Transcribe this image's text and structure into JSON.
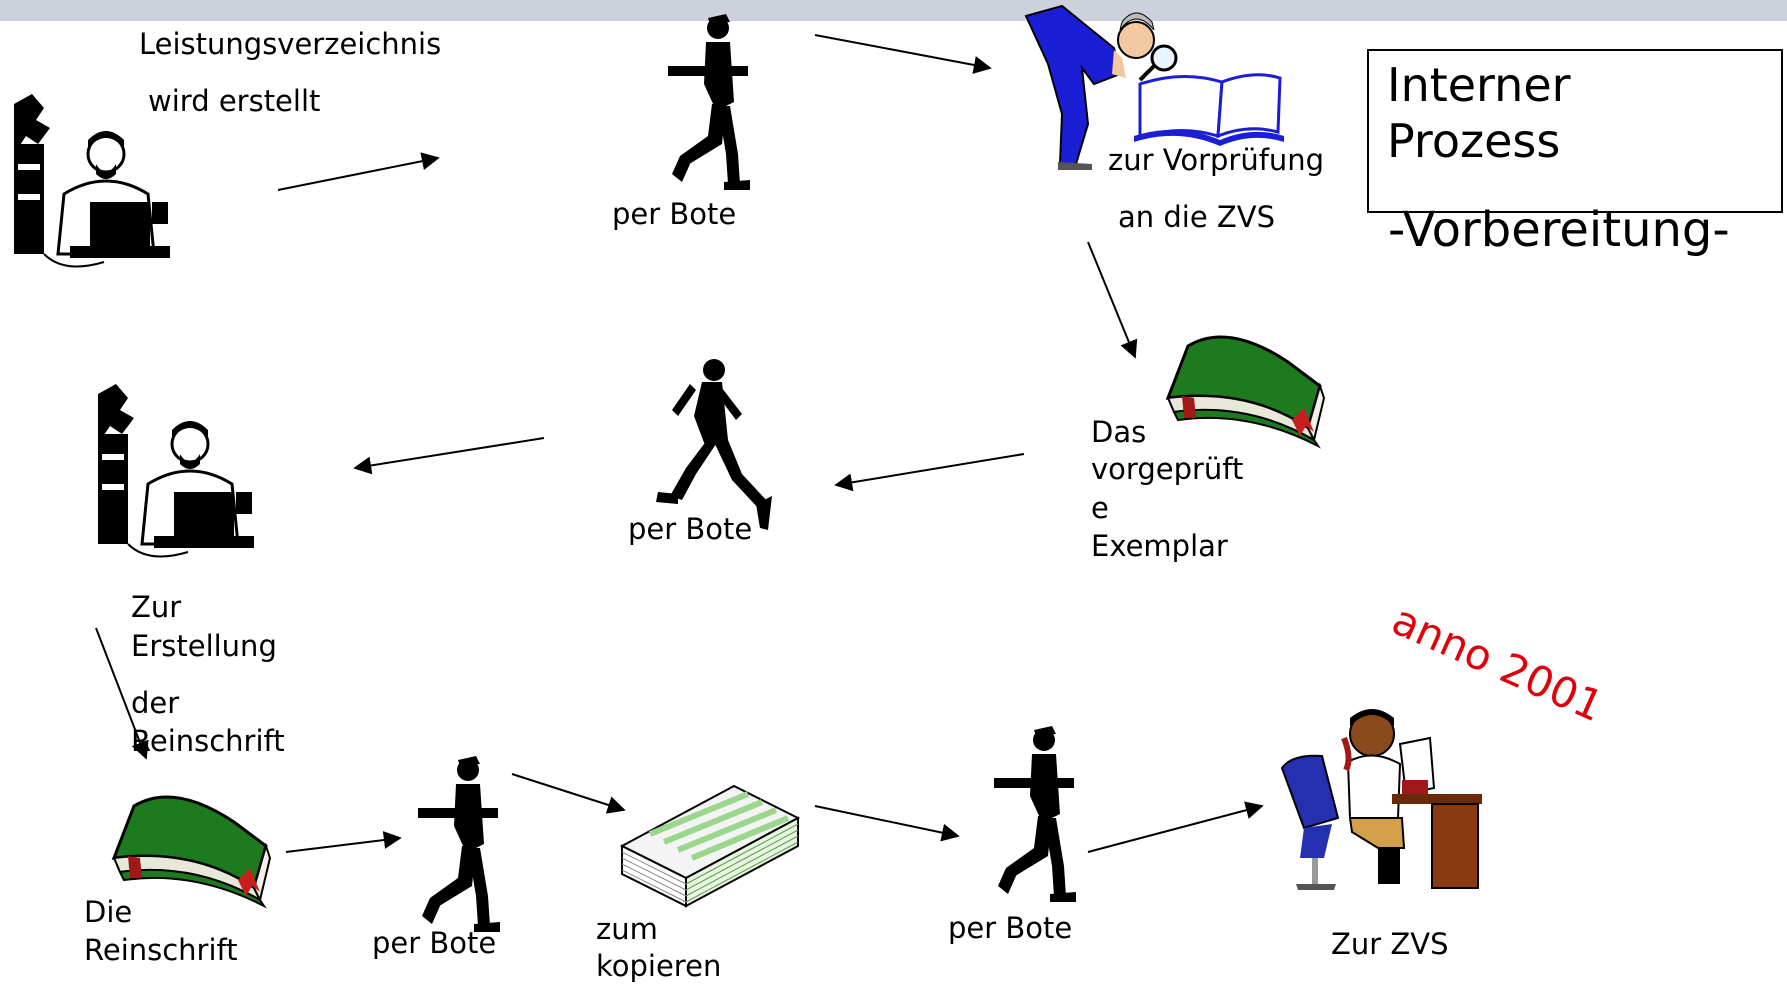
{
  "title_box": {
    "line1": "Interner",
    "line2": "Prozess"
  },
  "subtitle": "-Vorbereitung-",
  "stamp": "anno 2001",
  "labels": {
    "step1_line1": "Leistungsverzeichnis",
    "step1_line2": "wird erstellt",
    "bote_1": "per Bote",
    "step2_line1": "zur Vorprüfung",
    "step2_line2": "an die ZVS",
    "step3_line1": "Das",
    "step3_line2": "vorgeprüft",
    "step3_line3": "e",
    "step3_line4": "Exemplar",
    "bote_2": "per Bote",
    "step4_line1": "Zur",
    "step4_line2": "Erstellung",
    "step4_line3": "der",
    "step4_line4": "Reinschrift",
    "step5_line1": "Die",
    "step5_line2": "Reinschrift",
    "bote_3": "per Bote",
    "step6_line1": "zum",
    "step6_line2": "kopieren",
    "bote_4": "per Bote",
    "step7": "Zur ZVS"
  },
  "colors": {
    "band": "#ccd1dc",
    "stamp": "#e0000a",
    "book_green": "#1e7a1e",
    "inspector_blue": "#1a1fd6"
  }
}
